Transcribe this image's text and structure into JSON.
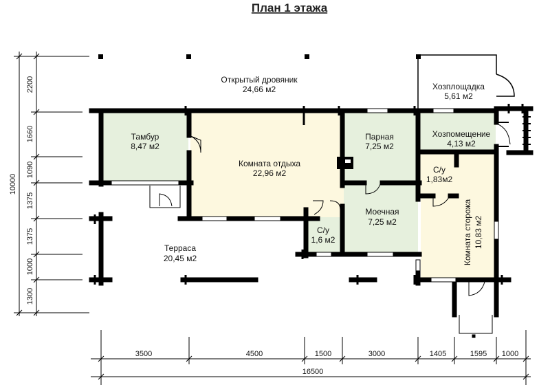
{
  "title": "План 1 этажа",
  "colors": {
    "wall": "#000000",
    "room_green": "#e6f0dd",
    "room_yellow": "#fdf8df",
    "line": "#000000"
  },
  "rooms": {
    "drovnik": {
      "name": "Открытый дровяник",
      "area": "24,66 м2"
    },
    "khozploshchadka": {
      "name": "Хозплощадка",
      "area": "5,61 м2"
    },
    "tambur": {
      "name": "Тамбур",
      "area": "8,47 м2"
    },
    "komnata_otdykha": {
      "name": "Комната отдыха",
      "area": "22,96 м2"
    },
    "parnaya": {
      "name": "Парная",
      "area": "7,25 м2"
    },
    "khozpomeshchenie": {
      "name": "Хозпомещение",
      "area": "4,13 м2"
    },
    "su_small": {
      "name": "С/у",
      "area": "1,83м2"
    },
    "moechnaya": {
      "name": "Моечная",
      "area": "7,25 м2"
    },
    "su": {
      "name": "С/у",
      "area": "1,6 м2"
    },
    "komnata_storozha": {
      "name": "Комната сторожа",
      "area": "10,83 м2"
    },
    "terrasa": {
      "name": "Терраса",
      "area": "20,45 м2"
    }
  },
  "dims_bottom": [
    "3500",
    "4500",
    "1500",
    "3000",
    "1405",
    "1595",
    "1000"
  ],
  "dim_total_bottom": "16500",
  "dims_left": [
    "2200",
    "1660",
    "1090",
    "1375",
    "1375",
    "1000",
    "1300"
  ],
  "dim_total_left": "10000"
}
